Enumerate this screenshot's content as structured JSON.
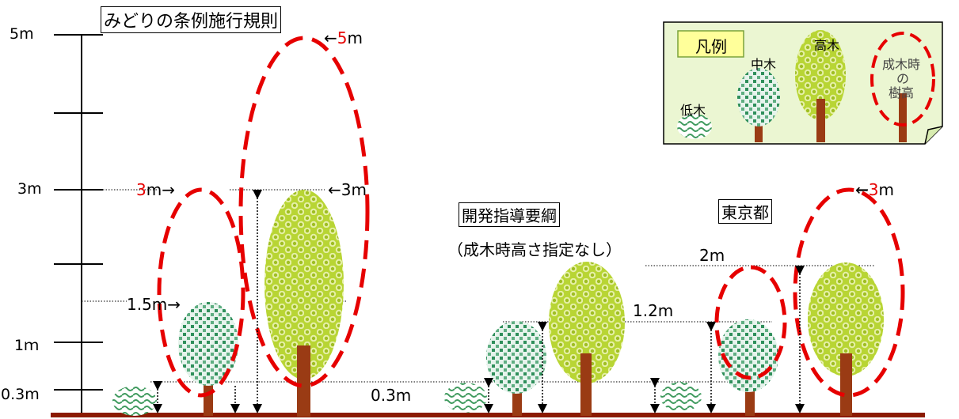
{
  "title": "みどりの条例施行規則",
  "axis": {
    "labels": [
      "5m",
      "3m",
      "1ｍ",
      "0.3m"
    ]
  },
  "left_section": {
    "label_5m_num": "5",
    "label_5m_unit": "m",
    "label_3m_left_num": "3",
    "label_3m_left_unit": "m→",
    "label_3m_right": "←3m",
    "label_1_5m": "1.5m→"
  },
  "middle_section": {
    "title": "開発指導要綱",
    "subtitle": "（成木時高さ指定なし）",
    "label_1_2m": "1.2m",
    "label_0_3m": "0.3m"
  },
  "right_section": {
    "title": "東京都",
    "label_2m": "2m",
    "label_3m_arrow": "←",
    "label_3m_num": "3",
    "label_3m_unit": "m"
  },
  "legend": {
    "title": "凡例",
    "low_tree": "低木",
    "mid_tree": "中木",
    "tall_tree": "高木",
    "mature_line1": "成木時",
    "mature_line2": "の",
    "mature_line3": "樹高"
  },
  "colors": {
    "ground": "#8b1a00",
    "trunk": "#9a3b14",
    "dash_red": "#e60000",
    "tall_crown": "#b5d335",
    "mid_crown": "#2f8f5b",
    "legend_bg": "#ebf6d2"
  }
}
